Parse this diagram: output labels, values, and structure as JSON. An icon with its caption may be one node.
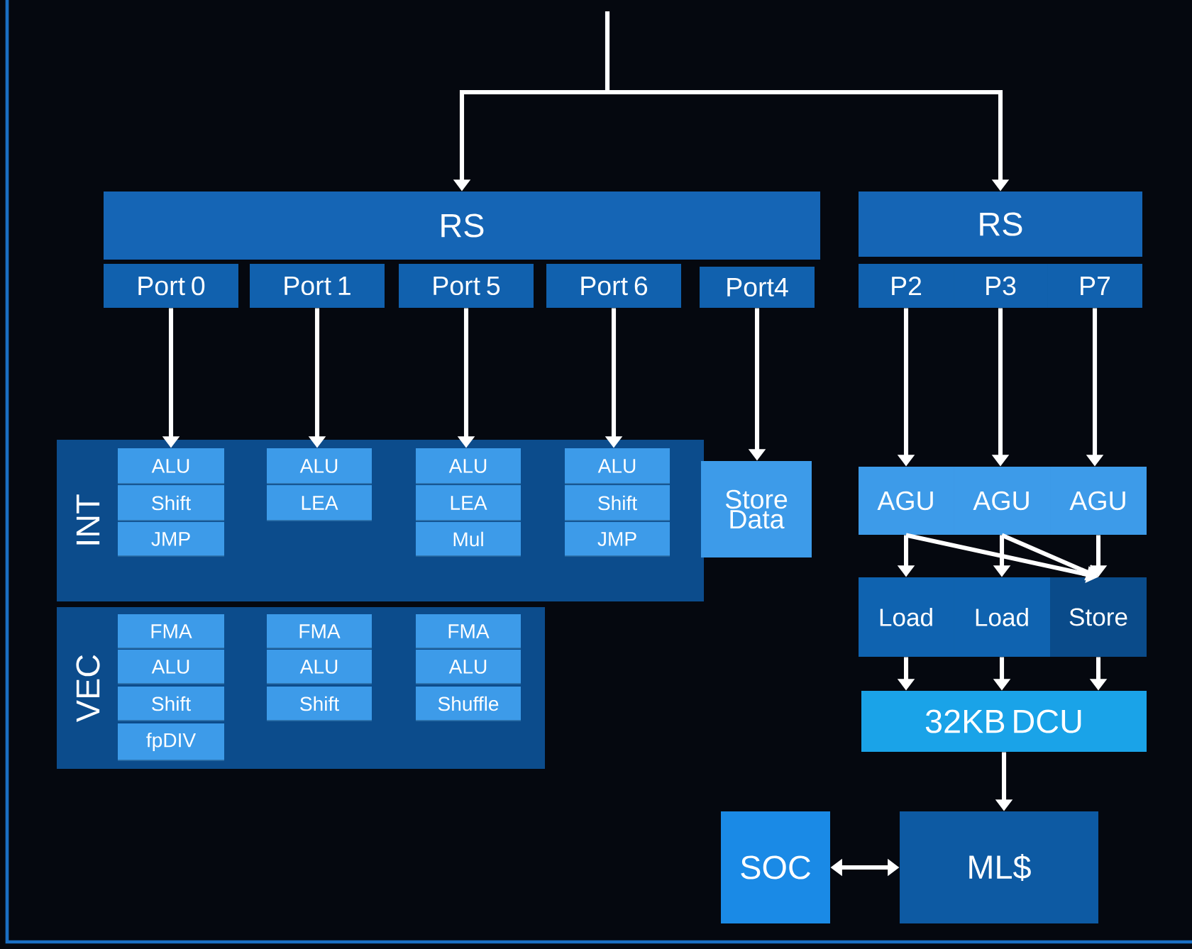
{
  "diagram": {
    "nodes": [
      {
        "text": [
          "RS"
        ]
      },
      {
        "text": [
          "Port 0"
        ]
      },
      {
        "text": [
          "Port 1"
        ]
      },
      {
        "text": [
          "Port 5"
        ]
      },
      {
        "text": [
          "Port 6"
        ]
      },
      {
        "text": [
          "Port4"
        ]
      },
      {
        "text": [
          "RS"
        ]
      },
      {
        "text": [
          "P2"
        ]
      },
      {
        "text": [
          "P3"
        ]
      },
      {
        "text": [
          "P7"
        ]
      },
      {
        "text": [
          "INT"
        ]
      },
      {
        "text": [
          "ALU"
        ],
        "in": 10
      },
      {
        "text": [
          "Shift"
        ],
        "in": 10
      },
      {
        "text": [
          "JMP"
        ],
        "in": 10
      },
      {
        "text": [
          "ALU"
        ],
        "in": 10
      },
      {
        "text": [
          "LEA"
        ],
        "in": 10
      },
      {
        "text": [
          "ALU"
        ],
        "in": 10
      },
      {
        "text": [
          "LEA"
        ],
        "in": 10
      },
      {
        "text": [
          "Mul"
        ],
        "in": 10
      },
      {
        "text": [
          "ALU"
        ],
        "in": 10
      },
      {
        "text": [
          "Shift"
        ],
        "in": 10
      },
      {
        "text": [
          "JMP"
        ],
        "in": 10
      },
      {
        "text": [
          "Store Data"
        ]
      },
      {
        "text": [
          "AGU"
        ]
      },
      {
        "text": [
          "AGU"
        ]
      },
      {
        "text": [
          "AGU"
        ]
      },
      {
        "text": [
          "VEC"
        ]
      },
      {
        "text": [
          "FMA"
        ],
        "in": 26
      },
      {
        "text": [
          "ALU"
        ],
        "in": 26
      },
      {
        "text": [
          "Shift"
        ],
        "in": 26
      },
      {
        "text": [
          "fpDIV"
        ],
        "in": 26
      },
      {
        "text": [
          "FMA"
        ],
        "in": 26
      },
      {
        "text": [
          "ALU"
        ],
        "in": 26
      },
      {
        "text": [
          "Shift"
        ],
        "in": 26
      },
      {
        "text": [
          "FMA"
        ],
        "in": 26
      },
      {
        "text": [
          "ALU"
        ],
        "in": 26
      },
      {
        "text": [
          "Shuffle"
        ],
        "in": 26
      },
      {
        "text": [
          "Load"
        ]
      },
      {
        "text": [
          "Load"
        ]
      },
      {
        "text": [
          "Store"
        ]
      },
      {
        "text": [
          "32KB DCU"
        ]
      },
      {
        "text": [
          "SOC"
        ]
      },
      {
        "text": [
          "ML$"
        ]
      }
    ],
    "edges": [
      {
        "from": null,
        "to": 0,
        "arrow": "to"
      },
      {
        "from": null,
        "to": 6,
        "arrow": "to"
      },
      {
        "from": 1,
        "to": 11,
        "arrow": "to"
      },
      {
        "from": 2,
        "to": 14,
        "arrow": "to"
      },
      {
        "from": 3,
        "to": 16,
        "arrow": "to"
      },
      {
        "from": 4,
        "to": 19,
        "arrow": "to"
      },
      {
        "from": 5,
        "to": 22,
        "arrow": "to"
      },
      {
        "from": 7,
        "to": 23,
        "arrow": "to"
      },
      {
        "from": 8,
        "to": 24,
        "arrow": "to"
      },
      {
        "from": 9,
        "to": 25,
        "arrow": "to"
      },
      {
        "from": 23,
        "to": 37,
        "arrow": "to"
      },
      {
        "from": 24,
        "to": 38,
        "arrow": "to"
      },
      {
        "from": 25,
        "to": 39,
        "arrow": "to"
      },
      {
        "from": 23,
        "to": 39,
        "arrow": "to"
      },
      {
        "from": 24,
        "to": 39,
        "arrow": "to"
      },
      {
        "from": 37,
        "to": 40,
        "arrow": "to"
      },
      {
        "from": 38,
        "to": 40,
        "arrow": "to"
      },
      {
        "from": 39,
        "to": 40,
        "arrow": "to"
      },
      {
        "from": 40,
        "to": 42,
        "arrow": "to"
      },
      {
        "from": 41,
        "to": 42,
        "arrow": "both"
      }
    ]
  }
}
